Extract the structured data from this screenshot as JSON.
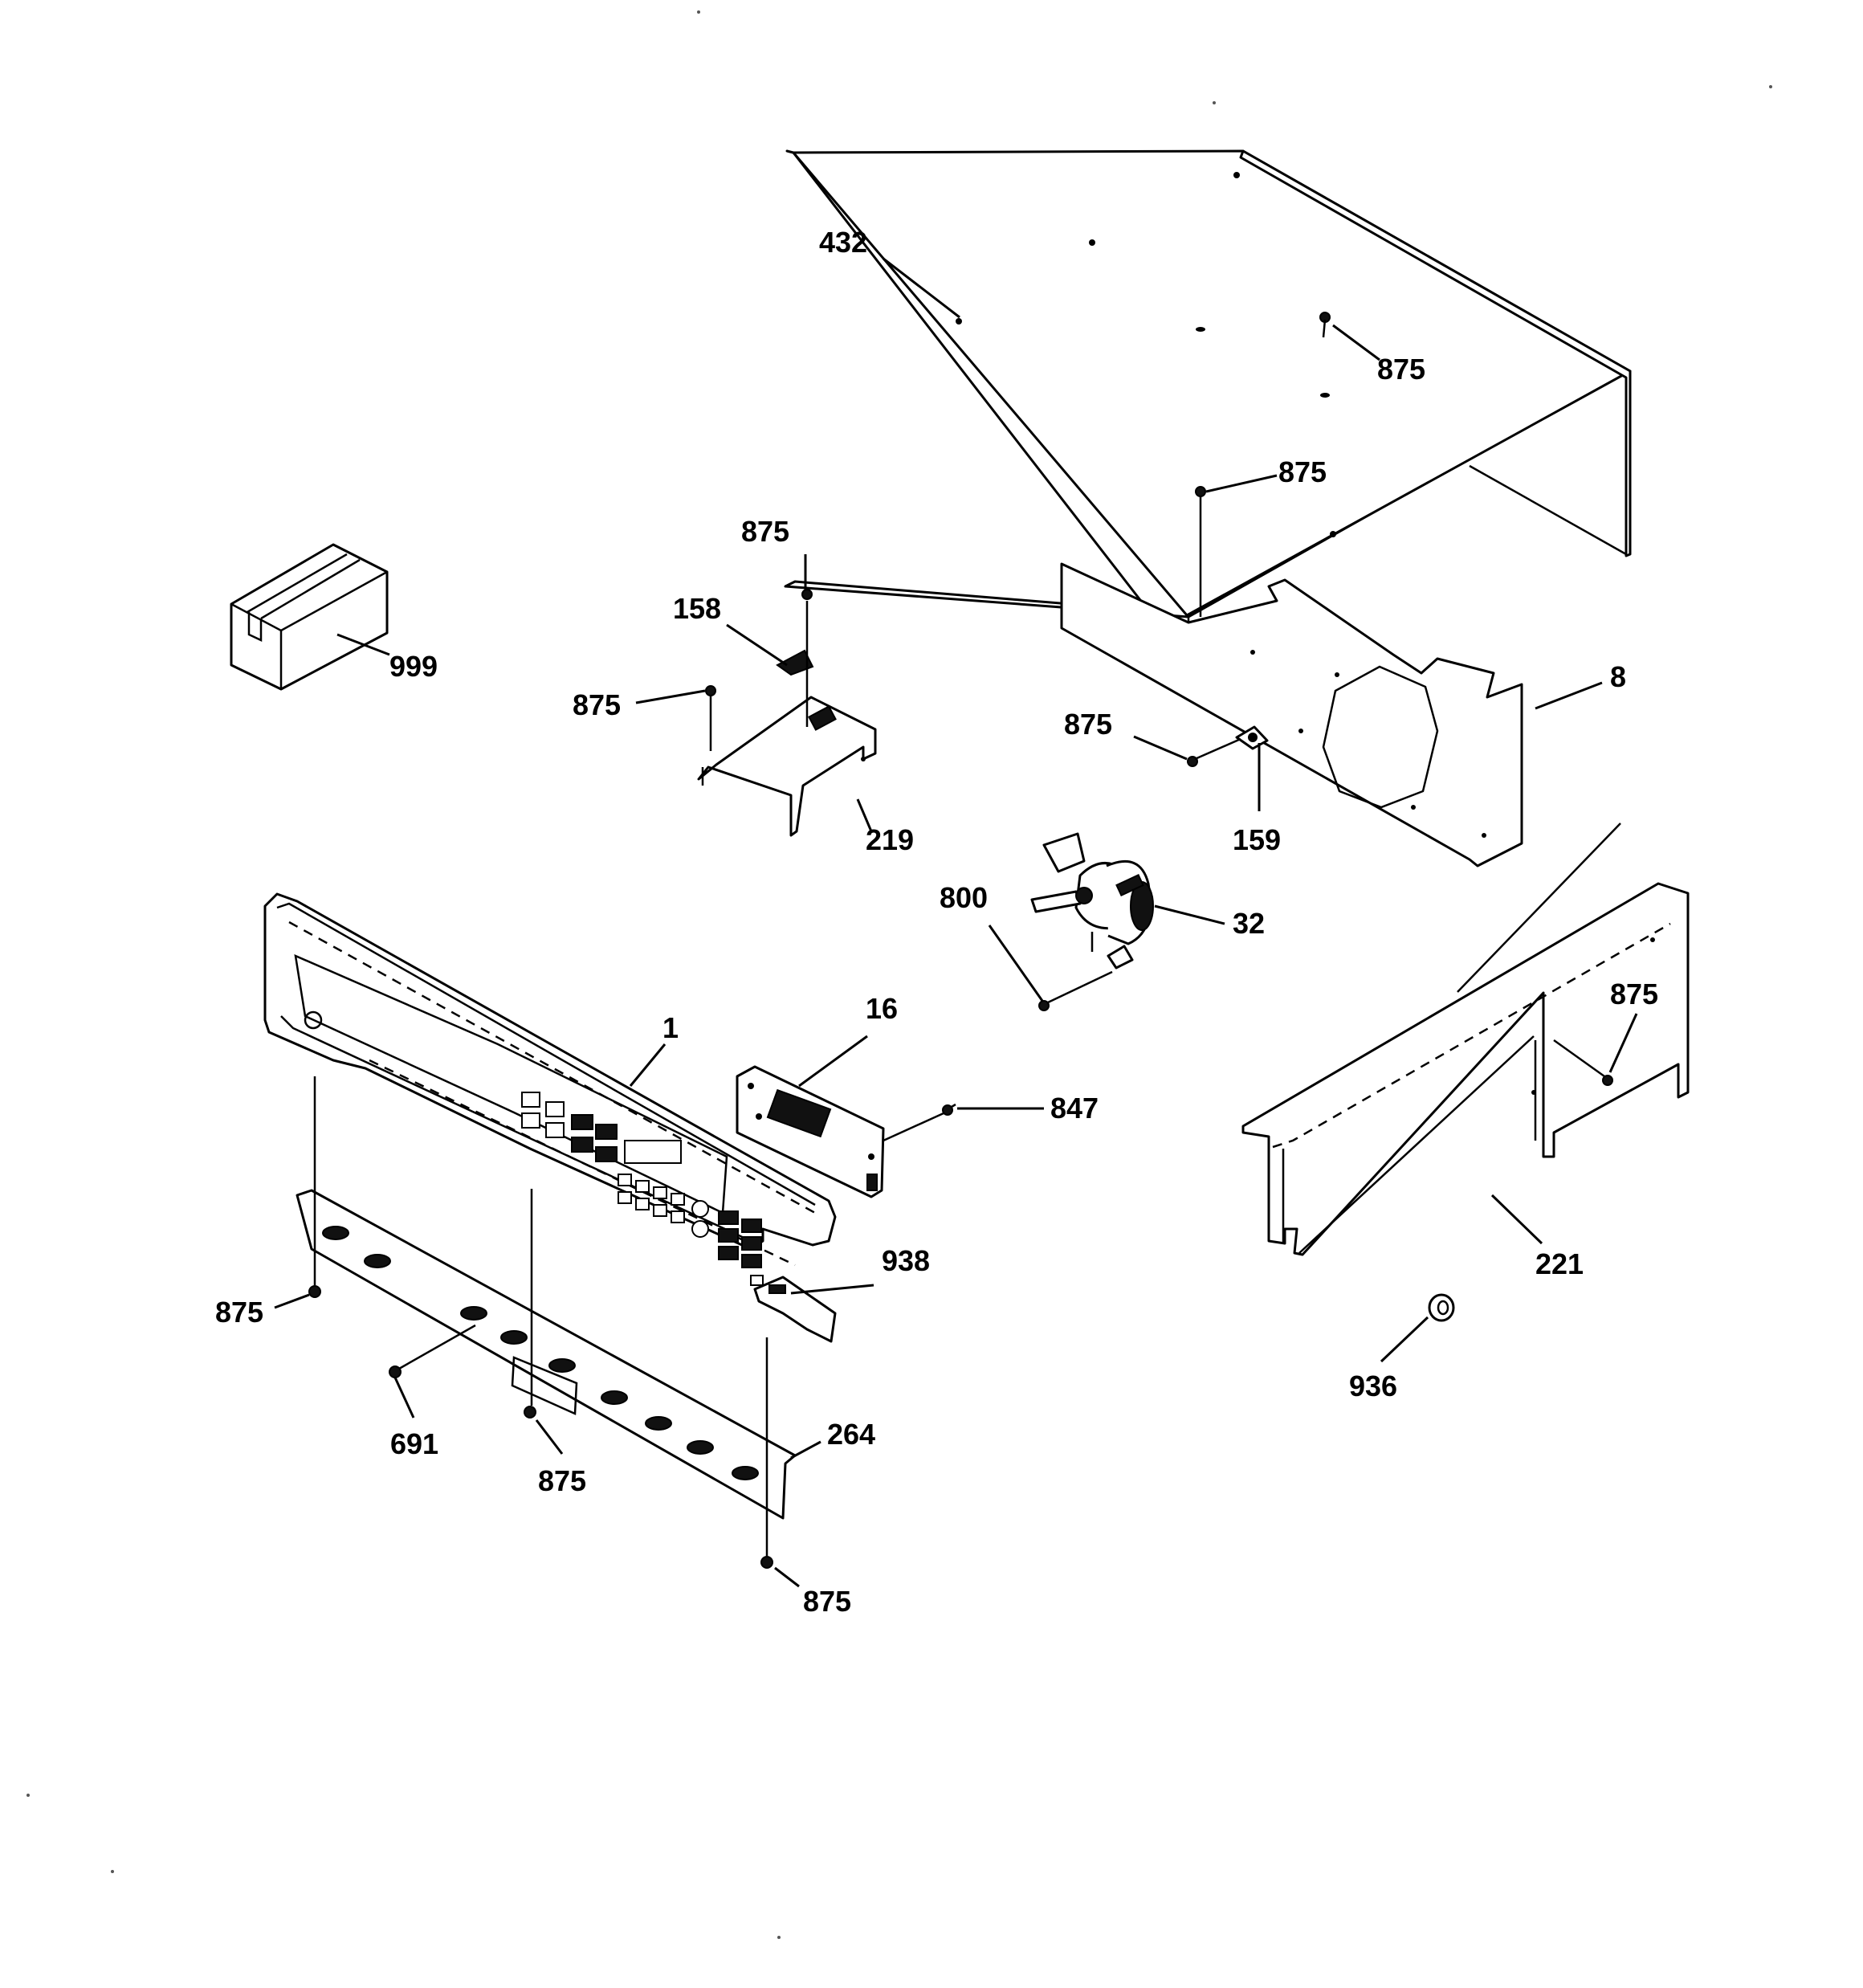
{
  "callouts": [
    {
      "id": "c432",
      "text": "432"
    },
    {
      "id": "c875_top1",
      "text": "875"
    },
    {
      "id": "c875_top2",
      "text": "875"
    },
    {
      "id": "c875_bracket_top",
      "text": "875"
    },
    {
      "id": "c158",
      "text": "158"
    },
    {
      "id": "c999",
      "text": "999"
    },
    {
      "id": "c875_bracket_left",
      "text": "875"
    },
    {
      "id": "c219",
      "text": "219"
    },
    {
      "id": "c8",
      "text": "8"
    },
    {
      "id": "c875_fan_left",
      "text": "875"
    },
    {
      "id": "c159",
      "text": "159"
    },
    {
      "id": "c800",
      "text": "800"
    },
    {
      "id": "c32",
      "text": "32"
    },
    {
      "id": "c16",
      "text": "16"
    },
    {
      "id": "c1",
      "text": "1"
    },
    {
      "id": "c847",
      "text": "847"
    },
    {
      "id": "c875_right",
      "text": "875"
    },
    {
      "id": "c938",
      "text": "938"
    },
    {
      "id": "c221",
      "text": "221"
    },
    {
      "id": "c875_bottom_left",
      "text": "875"
    },
    {
      "id": "c936",
      "text": "936"
    },
    {
      "id": "c691",
      "text": "691"
    },
    {
      "id": "c875_bottom_mid",
      "text": "875"
    },
    {
      "id": "c264",
      "text": "264"
    },
    {
      "id": "c875_bottom",
      "text": "875"
    }
  ]
}
